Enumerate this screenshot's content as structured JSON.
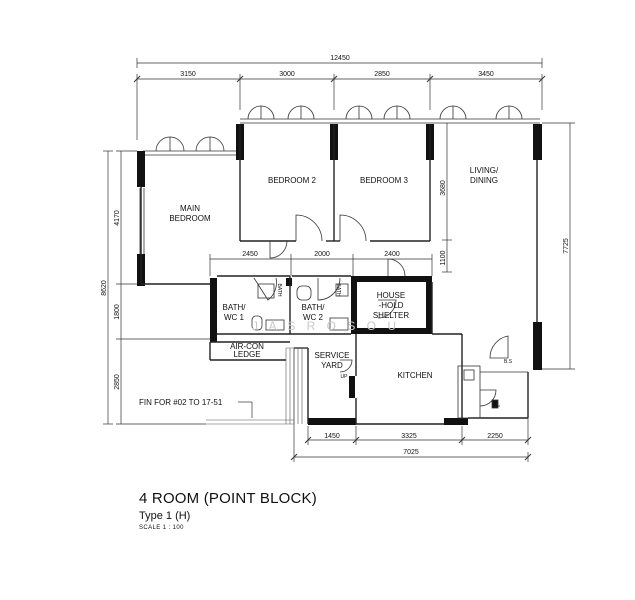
{
  "plan": {
    "title": "4 ROOM (POINT BLOCK)",
    "type_label": "Type 1 (H)",
    "scale": "SCALE  1 : 100",
    "fin_note": "FIN FOR #02 TO 17-51",
    "watermark": "J A S   R O S O U"
  },
  "rooms": {
    "main_bedroom": [
      "MAIN",
      "BEDROOM"
    ],
    "bedroom2": "BEDROOM 2",
    "bedroom3": "BEDROOM 3",
    "living": [
      "LIVING/",
      "DINING"
    ],
    "bath1": [
      "BATH/",
      "WC 1"
    ],
    "bath2": [
      "BATH/",
      "WC 2"
    ],
    "shelter": [
      "HOUSE",
      "-HOLD",
      "SHELTER"
    ],
    "aircon": [
      "AIR-CON",
      "LEDGE"
    ],
    "service": [
      "SERVICE",
      "YARD"
    ],
    "kitchen": "KITCHEN",
    "bath_tag": "BATH",
    "lift_tag": "B.S",
    "up_tag": "UP"
  },
  "dimensions": {
    "overall_top": "12450",
    "top": [
      "3150",
      "3000",
      "2850",
      "3450"
    ],
    "internal": [
      "2450",
      "2000",
      "2400"
    ],
    "bottom": [
      "1450",
      "3325",
      "2250"
    ],
    "overall_bottom": "7025",
    "left_inner": [
      "4170",
      "1800",
      "2850"
    ],
    "left_outer": "8620",
    "right_inner": [
      "3680",
      "1100"
    ],
    "right_outer": "7725"
  },
  "colors": {
    "wall": "#111111",
    "line": "#333333",
    "hatch": "#555555"
  }
}
